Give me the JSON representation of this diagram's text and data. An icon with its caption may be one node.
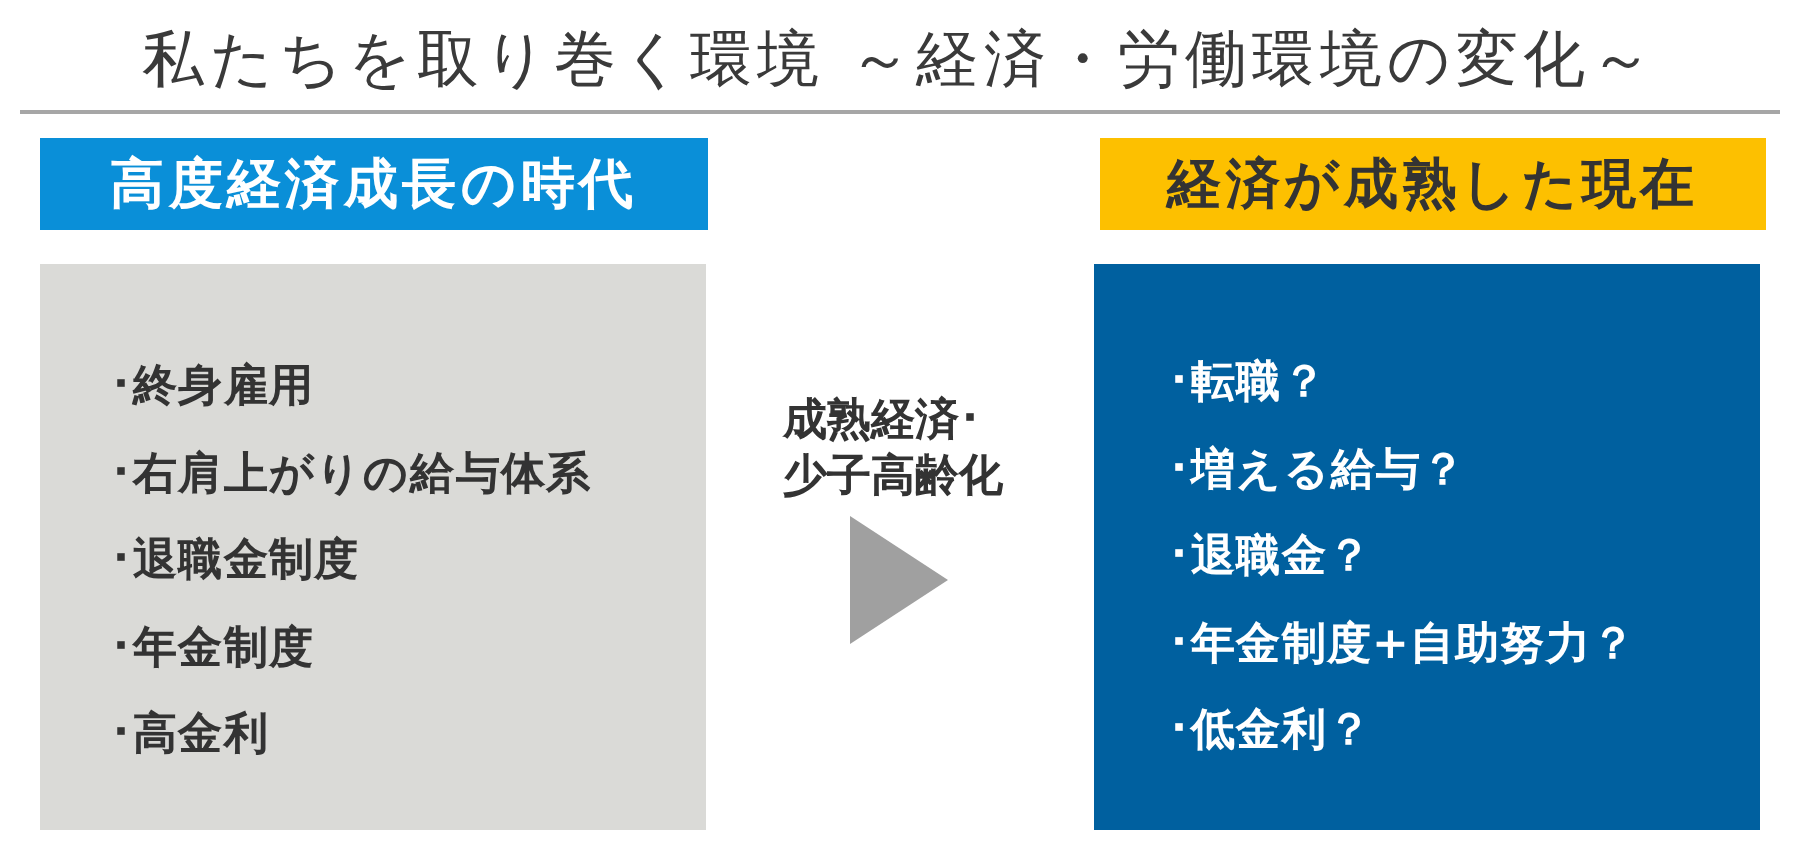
{
  "diagram": {
    "title": "私たちを取り巻く環境 ～経済・労働環境の変化～",
    "nodes": [
      {
        "text": [
          "高度経済成長の時代"
        ]
      },
      {
        "text": [
          "･終身雇用",
          "･右肩上がりの給与体系",
          "･退職金制度",
          "･年金制度",
          "･高金利"
        ]
      },
      {
        "text": [],
        "shape": "triangle",
        "beside": [
          "成熟経済･少子高齢化"
        ]
      },
      {
        "text": [
          "経済が成熟した現在"
        ]
      },
      {
        "text": [
          "･転職？",
          "･増える給与？",
          "･退職金？",
          "･年金制度+自助努力？",
          "･低金利？"
        ]
      }
    ]
  }
}
